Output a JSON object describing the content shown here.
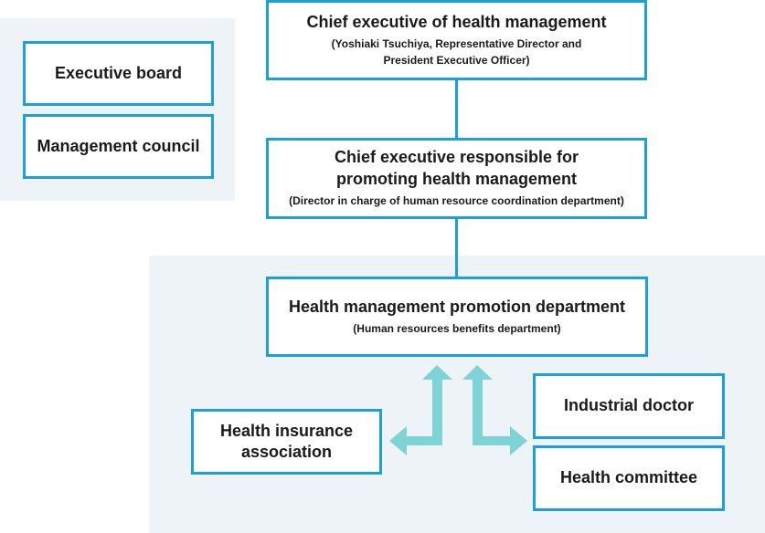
{
  "colors": {
    "box_border": "#1ca0dc",
    "panel_background": "#edf3f6",
    "arrow_fill": "#7dd3d6"
  },
  "left_panel": {
    "executive_board": "Executive board",
    "management_council": "Management council"
  },
  "chief_executive": {
    "title": "Chief executive of health management",
    "subtitle_line1": "(Yoshiaki Tsuchiya, Representative Director and",
    "subtitle_line2": "President Executive Officer)"
  },
  "responsible_executive": {
    "title_line1": "Chief executive responsible for",
    "title_line2": "promoting health management",
    "subtitle": "(Director in charge of human resource coordination department)"
  },
  "promotion_department": {
    "title": "Health management promotion department",
    "subtitle": "(Human resources benefits department)"
  },
  "health_insurance": {
    "title_line1": "Health insurance",
    "title_line2": "association"
  },
  "industrial_doctor": {
    "title": "Industrial doctor"
  },
  "health_committee": {
    "title": "Health committee"
  }
}
